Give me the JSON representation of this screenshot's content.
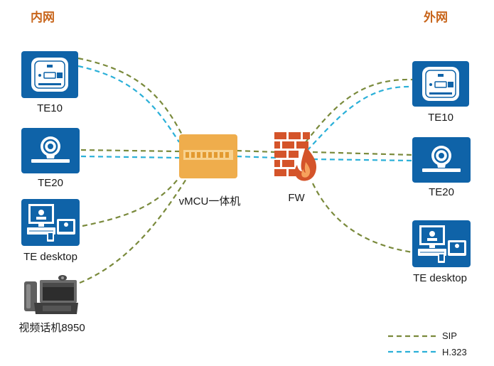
{
  "zones": {
    "inner": "内网",
    "outer": "外网"
  },
  "devices": {
    "inner_te10": "TE10",
    "inner_te20": "TE20",
    "inner_desktop": "TE  desktop",
    "inner_phone": "视频话机8950",
    "outer_te10": "TE10",
    "outer_te20": "TE20",
    "outer_desktop": "TE  desktop"
  },
  "mcu": {
    "label": "vMCU一体机"
  },
  "firewall": {
    "label": "FW"
  },
  "legend": {
    "sip": "SIP",
    "h323": "H.323"
  },
  "colors": {
    "sip": "#7a8a3c",
    "h323": "#2bb0d8",
    "device_tile": "#0f63a8",
    "mcu": "#efad4c",
    "firewall": "#d4542a",
    "zone_title": "#c8651b"
  },
  "icons": {
    "te10": "te10-terminal-icon",
    "te20": "te20-camera-icon",
    "desktop": "desktop-client-icon",
    "phone": "video-phone-icon",
    "mcu": "mcu-appliance-icon",
    "firewall": "firewall-icon"
  }
}
